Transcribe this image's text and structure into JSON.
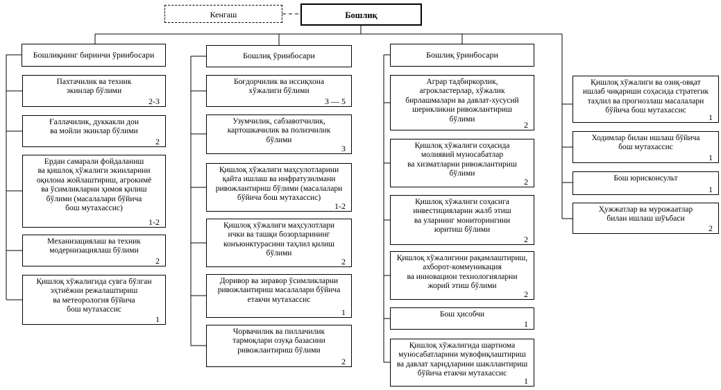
{
  "diagram": {
    "council_label": "Кенгаш",
    "head_label": "Бошлиқ",
    "line_color": "#000000",
    "box_background": "#ffffff",
    "columns": [
      {
        "header": "Бошлиқнинг биринчи ўринбосари",
        "boxes": [
          {
            "title": "Пахтачилик ва техник\nэкинлар бўлими",
            "count": "2-3"
          },
          {
            "title": "Ғаллачилик, дуккакли дон\nва мойли экинлар бўлими",
            "count": "2"
          },
          {
            "title": "Ердан самарали фойдаланиш\nва қишлоқ хўжалиги экинларини\nоқилона жойлаштириш, агрокимё\nва ўсимликларни ҳимоя қилиш\nбўлими (масалалари бўйича\nбош мутахассис)",
            "count": "1-2"
          },
          {
            "title": "Механизациялаш ва техник\nмодернизациялаш бўлими",
            "count": "2"
          },
          {
            "title": "Қишлоқ хўжалигида сувга бўлган\nэҳтиёжни режалаштириш\nва метеорология бўйича\nбош мутахассис",
            "count": "1"
          }
        ]
      },
      {
        "header": "Бошлиқ ўринбосари",
        "boxes": [
          {
            "title": "Боғдорчилик ва иссиқхона\nхўжалиги бўлими",
            "count": "3 — 5"
          },
          {
            "title": "Узумчилик, сабзавотчилик,\nкартошкачилик ва полизчилик\nбўлими",
            "count": "3"
          },
          {
            "title": "Қишлоқ хўжалиги маҳсулотларини\nқайта ишлаш ва инфратузилмани\nривожлантириш бўлими (масалалари\nбўйича бош мутахассис)",
            "count": "1-2"
          },
          {
            "title": "Қишлоқ хўжалиги маҳсулотлари\nички ва ташқи бозорларининг\nконъюнктурасини таҳлил қилиш\nбўлими",
            "count": "2"
          },
          {
            "title": "Доривор ва зиравор ўсимликларни\nривожлантириш масалалари бўйича\nетакчи мутахассис",
            "count": "1"
          },
          {
            "title": "Чорвачилик ва пиллачилик\nтармоқлари озуқа базасини\nривожлантириш бўлими",
            "count": "2"
          }
        ]
      },
      {
        "header": "Бошлиқ ўринбосари",
        "boxes": [
          {
            "title": "Аграр тадбиркорлик,\nагрокластерлар, хўжалик\nбирлашмалари ва давлат-хусусий\nшерикликни ривожлантириш\nбўлими",
            "count": "2"
          },
          {
            "title": "Қишлоқ хўжалиги соҳасида\nмолиявий муносабатлар\nва хизматларни ривожлантириш\nбўлими",
            "count": "2"
          },
          {
            "title": "Қишлоқ хўжалиги соҳасига\nинвестицияларни жалб этиш\nва уларнинг мониторингини\nюритиш бўлими",
            "count": "2"
          },
          {
            "title": "Қишлоқ хўжалигини рақамлаштириш,\nахборот-коммуникация\nва инновацион технологияларни\nжорий этиш бўлими",
            "count": "2"
          },
          {
            "title": "Бош ҳисобчи",
            "count": "1"
          },
          {
            "title": "Қишлоқ хўжалигида шартнома\nмуносабатларини мувофиқлаштириш\nва давлат харидларини шакллантириш\nбўйича етакчи мутахассис",
            "count": "1"
          }
        ]
      },
      {
        "header": "",
        "boxes": [
          {
            "title": "Қишлоқ хўжалиги ва озиқ-овқат\nишлаб чиқариши соҳасида стратегик\nтаҳлил ва прогнозлаш масалалари\nбўйича бош мутахассис",
            "count": "1"
          },
          {
            "title": "Ходимлар билан ишлаш бўйича\nбош мутахассис",
            "count": "1"
          },
          {
            "title": "Бош юрисконсульт",
            "count": "1"
          },
          {
            "title": "Ҳужжатлар ва мурожаатлар\nбилан ишлаш шўъбаси",
            "count": "2"
          }
        ]
      }
    ]
  }
}
